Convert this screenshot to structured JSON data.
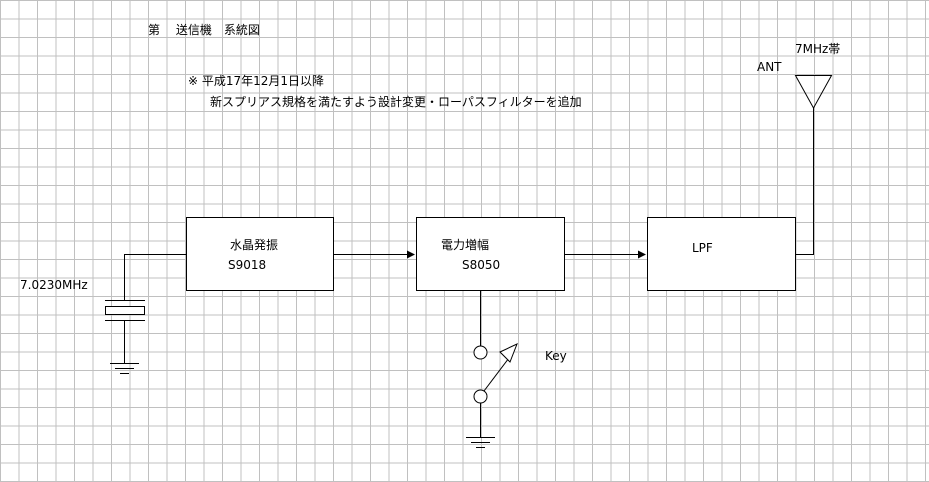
{
  "title": "第　 送信機　系統図",
  "note": {
    "line1": "※ 平成17年12月1日以降",
    "line2": "新スプリアス規格を満たすよう設計変更・ローパスフィルターを追加"
  },
  "antenna": {
    "label": "ANT",
    "band": "7MHz帯"
  },
  "crystal": {
    "frequency": "7.0230MHz"
  },
  "blocks": {
    "oscillator": {
      "name": "水晶発振",
      "part": "S9018"
    },
    "amplifier": {
      "name": "電力増幅",
      "part": "S8050"
    },
    "lpf": {
      "name": "LPF"
    }
  },
  "key": {
    "label": "Key"
  },
  "colors": {
    "line": "#000000",
    "grid": "#c0c0c0",
    "background": "#ffffff"
  }
}
